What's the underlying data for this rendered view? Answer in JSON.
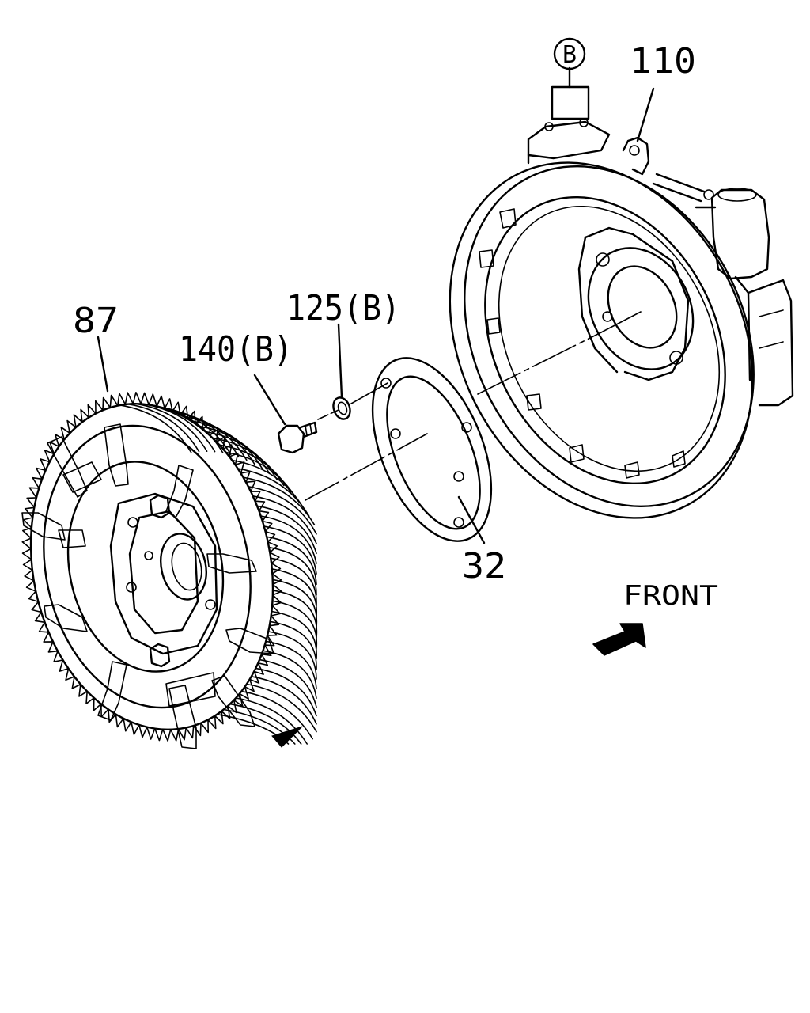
{
  "labels": {
    "part_87": "87",
    "part_140": "140(B)",
    "part_125": "125(B)",
    "part_32": "32",
    "part_110": "110",
    "callout_b": "B",
    "front": "FRONT"
  },
  "colors": {
    "ink": "#000000",
    "paper": "#ffffff"
  },
  "icons": {
    "front_arrow": "arrow-up-right-icon"
  }
}
